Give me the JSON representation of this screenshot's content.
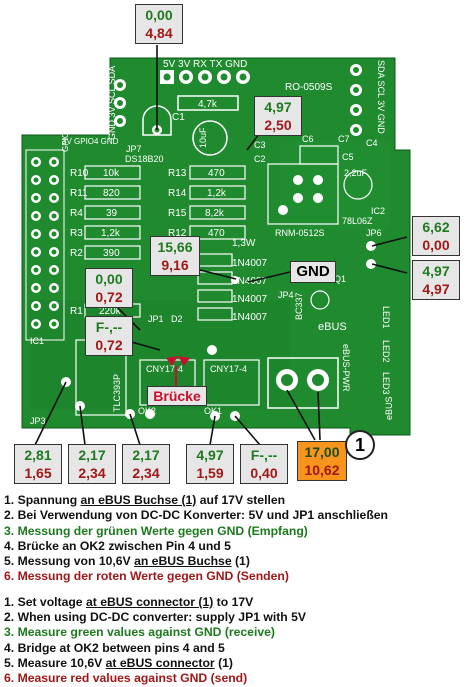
{
  "silkscreen": {
    "top_pins": "5V 3V RX TX GND",
    "model_top": "RO-0509S",
    "left_top_pins": "GND 3V SCL SDA",
    "right_top_pins": "SDA SCL 3V GND",
    "left_mid_pins": "3V GPIO4 GND",
    "left_side_pins": "GPIO24 GND",
    "ic_ds": "DS18B20",
    "jp7": "JP7",
    "cap_10uf": "10uF",
    "res_4k7": "4,7k",
    "c1": "C1",
    "c2": "C2",
    "c3": "C3",
    "c4": "C4",
    "c5": "C5",
    "c6": "C6",
    "c7": "C7",
    "r_labels_left": [
      "R10",
      "R11",
      "R4",
      "R3",
      "R2",
      "R1"
    ],
    "r_values_left": [
      "10k",
      "820",
      "39",
      "1,2k",
      "390",
      "220k"
    ],
    "r_labels_mid": [
      "R13",
      "R14",
      "R15",
      "R12"
    ],
    "r_values_mid": [
      "470",
      "1,2k",
      "8,2k",
      "470"
    ],
    "r_values_mid2": [
      "1,3W"
    ],
    "diodes": [
      "1N4007",
      "1N4007",
      "1N4007",
      "1N4007"
    ],
    "cap_2u2": "2,2uF",
    "reg": "78L06Z",
    "ic2": "IC2",
    "rnm": "RNM-0512S",
    "jp6": "JP6",
    "q1": "Q1",
    "jp4": "JP4",
    "bc337": "BC337",
    "ebus": "eBUS",
    "ebus_pwr": "eBUS-PWR",
    "leds": [
      "LED1",
      "LED2",
      "LED3"
    ],
    "ic1": "IC1",
    "tlc": "TLC393P",
    "cny1": "CNY17-4",
    "cny2": "CNY17-4",
    "jp3": "JP3",
    "jp1": "JP1",
    "ok2": "OK2",
    "ok1": "OK1",
    "d2": "D2",
    "ebus_right": "eBUS"
  },
  "labels": {
    "top": {
      "green": "0,00",
      "red": "4,84"
    },
    "jp7": {
      "green": "4,97",
      "red": "2,50"
    },
    "jp6_top": {
      "green": "6,62",
      "red": "0,00"
    },
    "jp6_bottom": {
      "green": "4,97",
      "red": "4,97"
    },
    "mid_big": {
      "green": "15,66",
      "red": "9,16"
    },
    "left_mid": {
      "green": "0,00",
      "red": "0,72"
    },
    "left_f": {
      "green": "F-,--",
      "red": "0,72"
    },
    "b1": {
      "green": "2,81",
      "red": "1,65"
    },
    "b2": {
      "green": "2,17",
      "red": "2,34"
    },
    "b3": {
      "green": "2,17",
      "red": "2,34"
    },
    "b4": {
      "green": "4,97",
      "red": "1,59"
    },
    "b5": {
      "green": "F-,--",
      "red": "0,40"
    },
    "b6": {
      "green": "17,00",
      "red": "10,62"
    }
  },
  "gnd_tag": "GND",
  "bruecke_tag": "Brücke",
  "circle_number": "1",
  "notes_de": [
    {
      "num": "1.",
      "pre": "Spannung ",
      "u": "an eBUS Buchse (1)",
      "post": " auf 17V stellen",
      "color": "black"
    },
    {
      "num": "2.",
      "pre": "Bei Verwendung von DC-DC Konverter: 5V und JP1 anschließen",
      "u": "",
      "post": "",
      "color": "black"
    },
    {
      "num": "3.",
      "pre": "Messung der grünen Werte gegen GND (Empfang)",
      "u": "",
      "post": "",
      "color": "green"
    },
    {
      "num": "4.",
      "pre": "Brücke an OK2 zwischen Pin 4 und 5",
      "u": "",
      "post": "",
      "color": "black"
    },
    {
      "num": "5.",
      "pre": "Messung von 10,6V ",
      "u": "an eBUS Buchse",
      "post": " (1)",
      "color": "black"
    },
    {
      "num": "6.",
      "pre": "Messung der roten Werte gegen GND (Senden)",
      "u": "",
      "post": "",
      "color": "red"
    }
  ],
  "notes_en": [
    {
      "num": "1.",
      "pre": "Set voltage ",
      "u": "at eBUS connector (1)",
      "post": " to 17V",
      "color": "black"
    },
    {
      "num": "2.",
      "pre": "When using DC-DC converter: supply JP1 with 5V",
      "u": "",
      "post": "",
      "color": "black"
    },
    {
      "num": "3.",
      "pre": "Measure green values against GND (receive)",
      "u": "",
      "post": "",
      "color": "green"
    },
    {
      "num": "4.",
      "pre": "Bridge at OK2 between pins 4 and 5",
      "u": "",
      "post": "",
      "color": "black"
    },
    {
      "num": "5.",
      "pre": "Measure 10,6V ",
      "u": "at eBUS connector",
      "post": " (1)",
      "color": "black"
    },
    {
      "num": "6.",
      "pre": "Measure red values against GND (send)",
      "u": "",
      "post": "",
      "color": "red"
    }
  ],
  "colors": {
    "pcb": "#1f8a2e",
    "pcb_dark": "#136b20",
    "silk": "#ffffff",
    "green_text": "#1e7a1e",
    "red_text": "#a01818",
    "label_bg": "#e6e6e6",
    "orange": "#f7941d"
  }
}
